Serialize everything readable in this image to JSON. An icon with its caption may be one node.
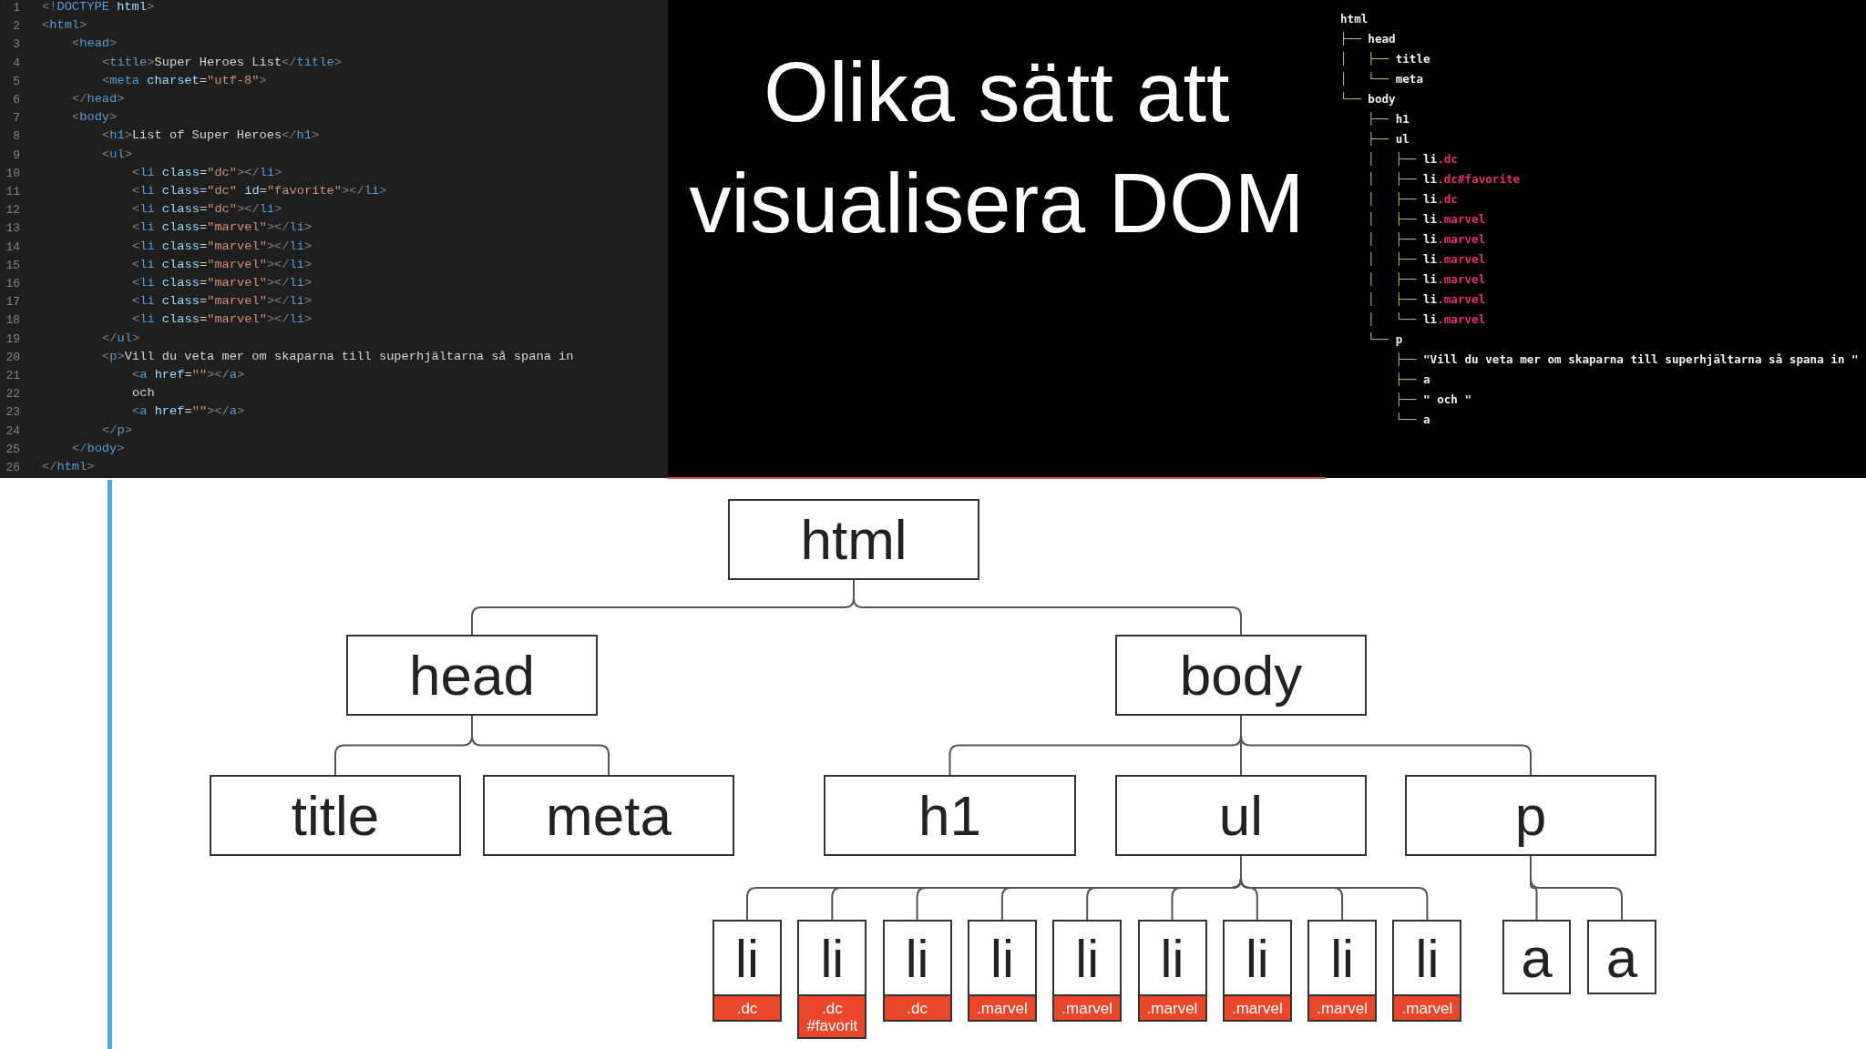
{
  "diagram": {
    "title": "Olika sätt att visualisera DOM",
    "nodes": [
      {
        "text": [
          "html"
        ]
      },
      {
        "text": [
          "head"
        ]
      },
      {
        "text": [
          "body"
        ]
      },
      {
        "text": [
          "title"
        ]
      },
      {
        "text": [
          "meta"
        ]
      },
      {
        "text": [
          "h1"
        ]
      },
      {
        "text": [
          "ul"
        ]
      },
      {
        "text": [
          "p"
        ]
      },
      {
        "text": [
          "li",
          ".dc"
        ]
      },
      {
        "text": [
          "li",
          ".dc #favorit"
        ]
      },
      {
        "text": [
          "li",
          ".dc"
        ]
      },
      {
        "text": [
          "li",
          ".marvel"
        ]
      },
      {
        "text": [
          "li",
          ".marvel"
        ]
      },
      {
        "text": [
          "li",
          ".marvel"
        ]
      },
      {
        "text": [
          "li",
          ".marvel"
        ]
      },
      {
        "text": [
          "li",
          ".marvel"
        ]
      },
      {
        "text": [
          "li",
          ".marvel"
        ]
      },
      {
        "text": [
          "a"
        ]
      },
      {
        "text": [
          "a"
        ]
      }
    ],
    "edges": [
      {
        "from": 0,
        "to": 1,
        "arrow": "none"
      },
      {
        "from": 0,
        "to": 2,
        "arrow": "none"
      },
      {
        "from": 1,
        "to": 3,
        "arrow": "none"
      },
      {
        "from": 1,
        "to": 4,
        "arrow": "none"
      },
      {
        "from": 2,
        "to": 5,
        "arrow": "none"
      },
      {
        "from": 2,
        "to": 6,
        "arrow": "none"
      },
      {
        "from": 2,
        "to": 7,
        "arrow": "none"
      },
      {
        "from": 6,
        "to": 8,
        "arrow": "none"
      },
      {
        "from": 6,
        "to": 9,
        "arrow": "none"
      },
      {
        "from": 6,
        "to": 10,
        "arrow": "none"
      },
      {
        "from": 6,
        "to": 11,
        "arrow": "none"
      },
      {
        "from": 6,
        "to": 12,
        "arrow": "none"
      },
      {
        "from": 6,
        "to": 13,
        "arrow": "none"
      },
      {
        "from": 6,
        "to": 14,
        "arrow": "none"
      },
      {
        "from": 6,
        "to": 15,
        "arrow": "none"
      },
      {
        "from": 6,
        "to": 16,
        "arrow": "none"
      },
      {
        "from": 7,
        "to": 17,
        "arrow": "none"
      },
      {
        "from": 7,
        "to": 18,
        "arrow": "none"
      }
    ],
    "labels": [
      "1",
      "<!DOCTYPE html>",
      "2",
      "<html>",
      "3",
      "<head>",
      "4",
      "<title>Super Heroes List</title>",
      "5",
      "<meta charset=\"utf-8\">",
      "6",
      "</head>",
      "7",
      "<body>",
      "8",
      "<h1>List of Super Heroes</h1>",
      "9",
      "<ul>",
      "10",
      "<li class=\"dc\"></li>",
      "11",
      "<li class=\"dc\" id=\"favorite\"></li>",
      "12",
      "<li class=\"dc\"></li>",
      "13",
      "<li class=\"marvel\"></li>",
      "14",
      "<li class=\"marvel\"></li>",
      "15",
      "<li class=\"marvel\"></li>",
      "16",
      "<li class=\"marvel\"></li>",
      "17",
      "<li class=\"marvel\"></li>",
      "18",
      "<li class=\"marvel\"></li>",
      "19",
      "</ul>",
      "20",
      "<p>Vill du veta mer om skaparna till superhjältarna så spana in",
      "21",
      "<a href=\"\"></a>",
      "22",
      "och",
      "23",
      "<a href=\"\"></a>",
      "24",
      "</p>",
      "25",
      "</body>",
      "26",
      "</html>",
      "html",
      "├── head",
      "│   ├── title",
      "│   └── meta",
      "└── body",
      "    ├── h1",
      "    ├── ul",
      "    │   ├── li.dc",
      "    │   ├── li.dc#favorite",
      "    │   ├── li.dc",
      "    │   ├── li.marvel",
      "    │   ├── li.marvel",
      "    │   ├── li.marvel",
      "    │   ├── li.marvel",
      "    │   ├── li.marvel",
      "    │   └── li.marvel",
      "    └── p",
      "        ├── \"Vill du veta mer om skaparna till superhjältarna så spana in \"",
      "        ├── a",
      "        ├── \" och \"",
      "        └── a"
    ]
  }
}
